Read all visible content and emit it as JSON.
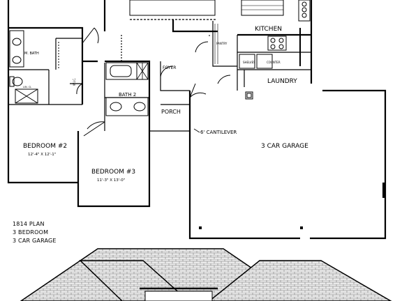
{
  "rooms": {
    "kitchen": "KITCHEN",
    "pantry": "PANTRY",
    "shelves": "SHELVES",
    "counter": "COUNTER",
    "laundry": "LAUNDRY",
    "foyer": "FOYER",
    "bath2": "BATH 2",
    "porch": "PORCH",
    "mbath": "M. BATH",
    "wic": "W.I.C.",
    "linen": "LIN. CL",
    "garage": "3 CAR GARAGE",
    "cantilever": "6' CANTILEVER",
    "bedroom2": {
      "name": "BEDROOM #2",
      "size": "12'-4\" X 12'-1\""
    },
    "bedroom3": {
      "name": "BEDROOM #3",
      "size": "11'-3\" X 13'-0\""
    }
  },
  "plan_notes": [
    "1814 PLAN",
    "3 BEDROOM",
    "3 CAR GARAGE"
  ]
}
